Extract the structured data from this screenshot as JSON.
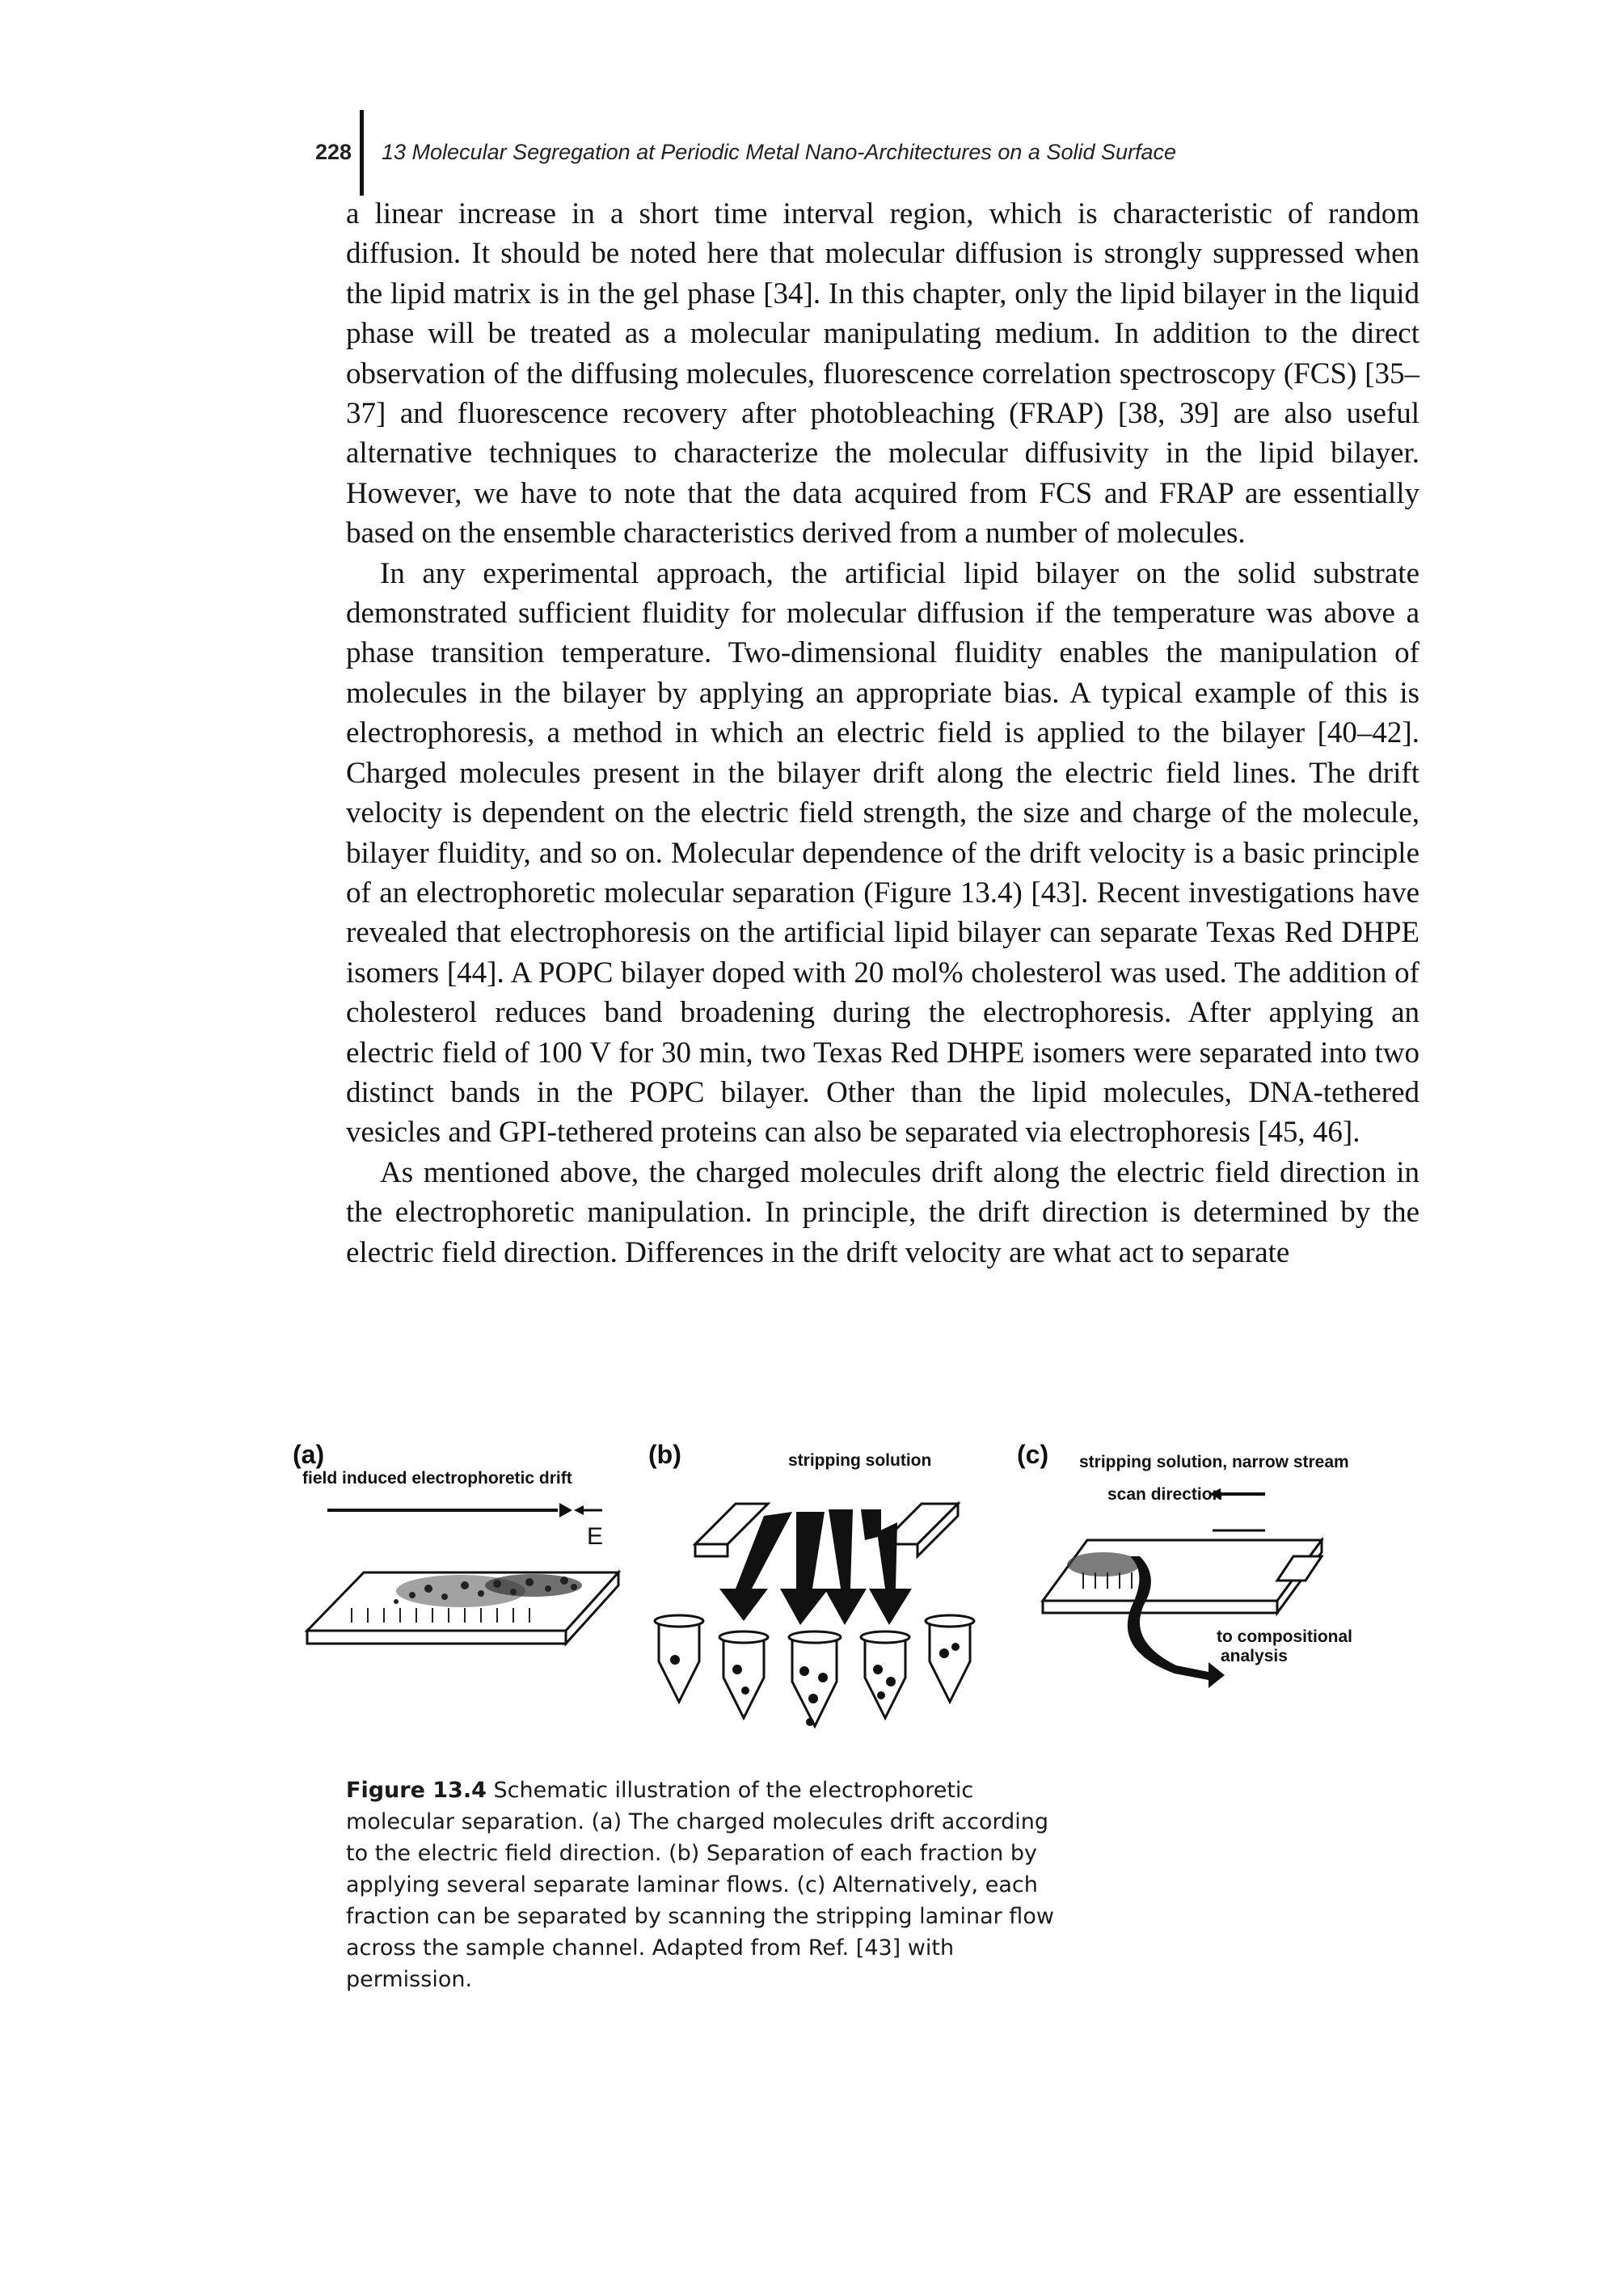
{
  "header": {
    "page_number": "228",
    "running_title": "13  Molecular Segregation at Periodic Metal Nano-Architectures on a Solid Surface"
  },
  "body": {
    "paragraphs": [
      "a linear increase in a short time interval region, which is characteristic of random diffusion. It should be noted here that molecular diffusion is strongly suppressed when the lipid matrix is in the gel phase [34]. In this chapter, only the lipid bilayer in the liquid phase will be treated as a molecular manipulating medium. In addition to the direct observation of the diffusing molecules, fluorescence correlation spectroscopy (FCS) [35–37] and fluorescence recovery after photobleaching (FRAP) [38, 39] are also useful alternative techniques to characterize the molecular diffusivity in the lipid bilayer. However, we have to note that the data acquired from FCS and FRAP are essentially based on the ensemble characteristics derived from a number of molecules.",
      "In any experimental approach, the artificial lipid bilayer on the solid substrate demonstrated sufficient fluidity for molecular diffusion if the temperature was above a phase transition temperature. Two-dimensional fluidity enables the manipulation of molecules in the bilayer by applying an appropriate bias. A typical example of this is electrophoresis, a method in which an electric field is applied to the bilayer [40–42]. Charged molecules present in the bilayer drift along the electric field lines. The drift velocity is dependent on the electric field strength, the size and charge of the molecule, bilayer fluidity, and so on. Molecular dependence of the drift velocity is a basic principle of an electrophoretic molecular separation (Figure 13.4) [43]. Recent investigations have revealed that electrophoresis on the artificial lipid bilayer can separate Texas Red DHPE isomers [44]. A POPC bilayer doped with 20 mol% cholesterol was used. The addition of cholesterol reduces band broadening during the electrophoresis. After applying an electric field of 100 V for 30 min, two Texas Red DHPE isomers were separated into two distinct bands in the POPC bilayer. Other than the lipid molecules, DNA-tethered vesicles and GPI-tethered proteins can also be separated via electrophoresis [45, 46].",
      "As mentioned above, the charged molecules drift along the electric field direction in the electrophoretic manipulation. In principle, the drift direction is determined by the electric field direction. Differences in the drift velocity are what act to separate"
    ]
  },
  "figure": {
    "panel_a": {
      "letter": "(a)",
      "label": "field induced electrophoretic drift",
      "field_symbol": "E"
    },
    "panel_b": {
      "letter": "(b)",
      "label": "stripping solution"
    },
    "panel_c": {
      "letter": "(c)",
      "label_top": "stripping solution, narrow stream",
      "label_scan": "scan direction",
      "label_out_1": "to compositional",
      "label_out_2": "analysis"
    },
    "caption_label": "Figure 13.4",
    "caption_text": " Schematic illustration of the electrophoretic molecular separation. (a) The charged molecules drift according to the electric field direction. (b) Separation of each fraction by applying several separate laminar flows. (c) Alternatively, each fraction can be separated by scanning the stripping laminar flow across the sample channel. Adapted from Ref. [43] with permission."
  }
}
